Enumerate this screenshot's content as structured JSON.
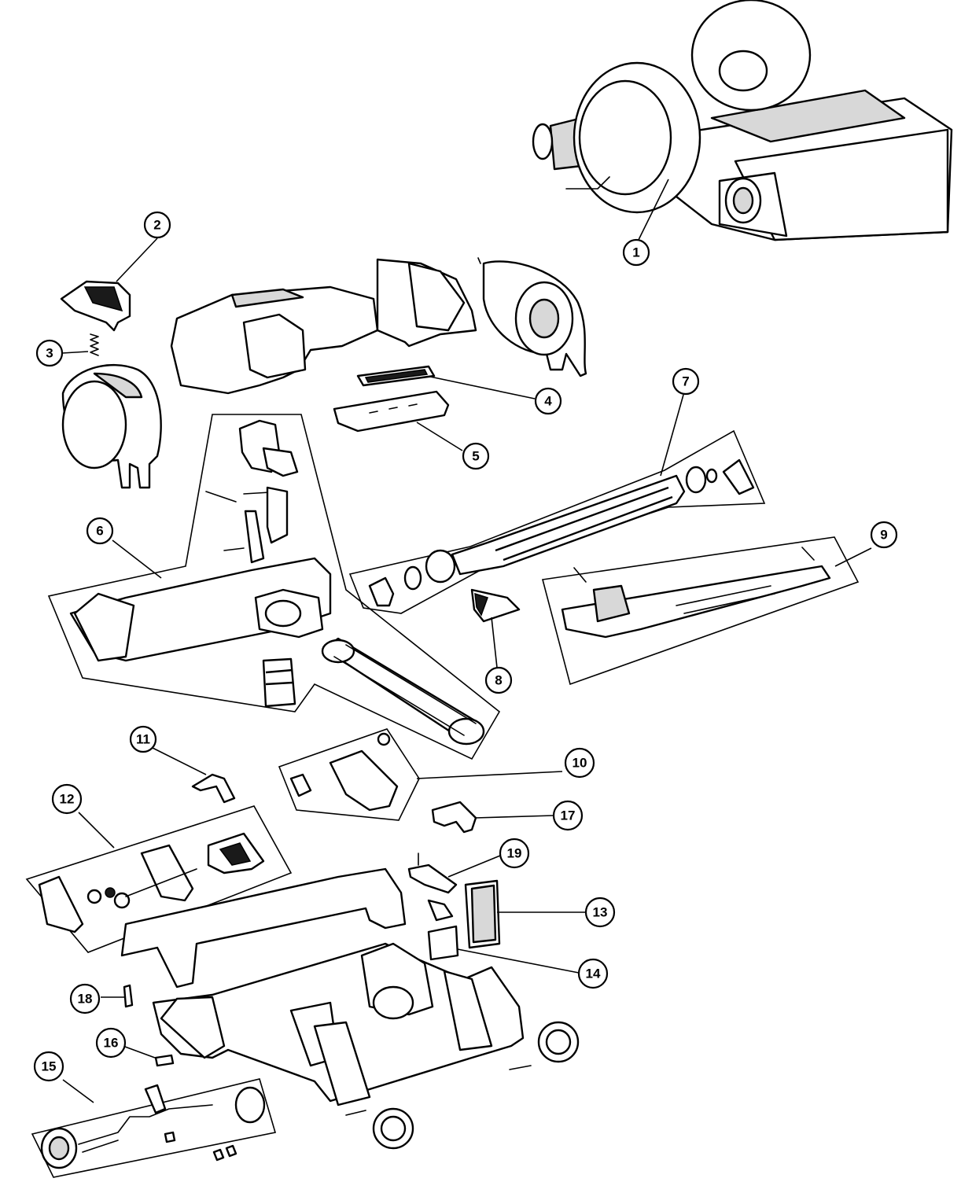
{
  "callouts": [
    {
      "id": "1",
      "label": "1"
    },
    {
      "id": "2",
      "label": "2"
    },
    {
      "id": "3",
      "label": "3"
    },
    {
      "id": "4",
      "label": "4"
    },
    {
      "id": "5",
      "label": "5"
    },
    {
      "id": "6",
      "label": "6"
    },
    {
      "id": "7",
      "label": "7"
    },
    {
      "id": "8",
      "label": "8"
    },
    {
      "id": "9",
      "label": "9"
    },
    {
      "id": "10",
      "label": "10"
    },
    {
      "id": "11",
      "label": "11"
    },
    {
      "id": "12",
      "label": "12"
    },
    {
      "id": "13",
      "label": "13"
    },
    {
      "id": "14",
      "label": "14"
    },
    {
      "id": "15",
      "label": "15"
    },
    {
      "id": "16",
      "label": "16"
    },
    {
      "id": "17",
      "label": "17"
    },
    {
      "id": "18",
      "label": "18"
    },
    {
      "id": "19",
      "label": "19"
    }
  ],
  "colors": {
    "line": "#000000",
    "fill": "#ffffff",
    "shade": "#d8d8d8"
  }
}
